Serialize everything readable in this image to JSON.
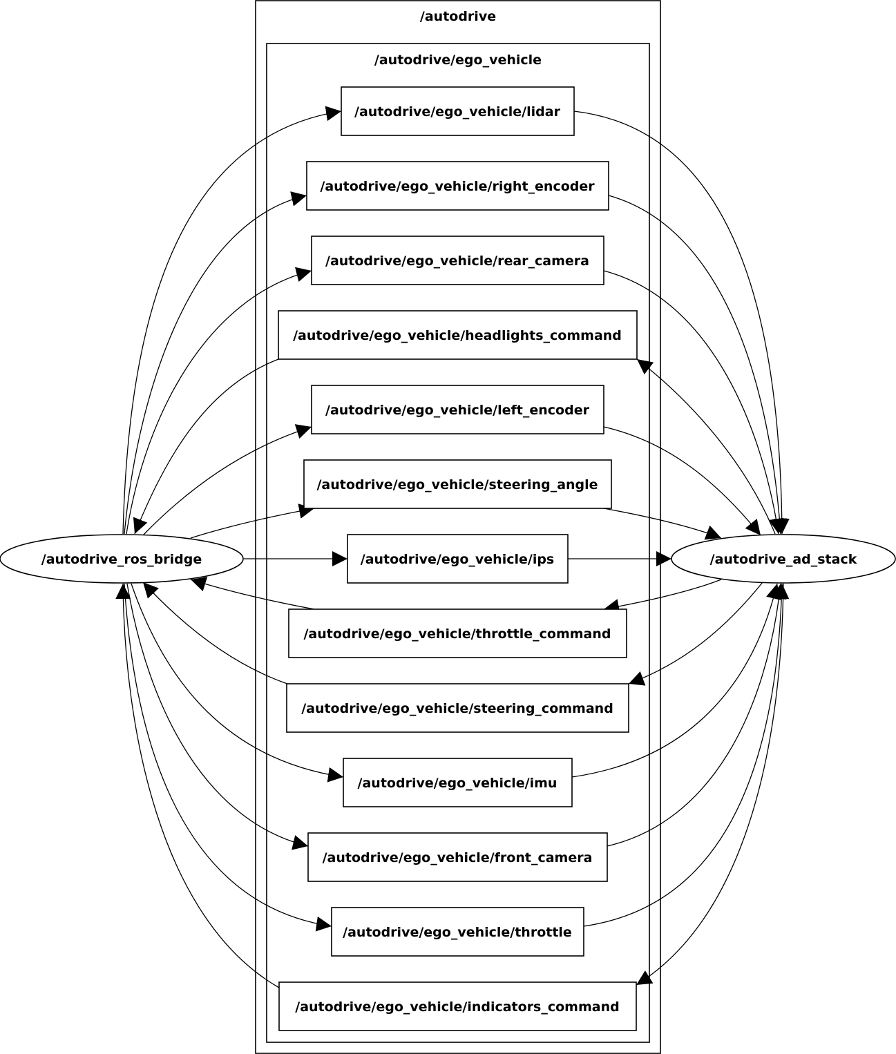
{
  "clusters": {
    "outer": "/autodrive",
    "inner": "/autodrive/ego_vehicle"
  },
  "nodes": {
    "ros_bridge": "/autodrive_ros_bridge",
    "ad_stack": "/autodrive_ad_stack"
  },
  "topics": [
    "/autodrive/ego_vehicle/lidar",
    "/autodrive/ego_vehicle/right_encoder",
    "/autodrive/ego_vehicle/rear_camera",
    "/autodrive/ego_vehicle/headlights_command",
    "/autodrive/ego_vehicle/left_encoder",
    "/autodrive/ego_vehicle/steering_angle",
    "/autodrive/ego_vehicle/ips",
    "/autodrive/ego_vehicle/throttle_command",
    "/autodrive/ego_vehicle/steering_command",
    "/autodrive/ego_vehicle/imu",
    "/autodrive/ego_vehicle/front_camera",
    "/autodrive/ego_vehicle/throttle",
    "/autodrive/ego_vehicle/indicators_command"
  ]
}
